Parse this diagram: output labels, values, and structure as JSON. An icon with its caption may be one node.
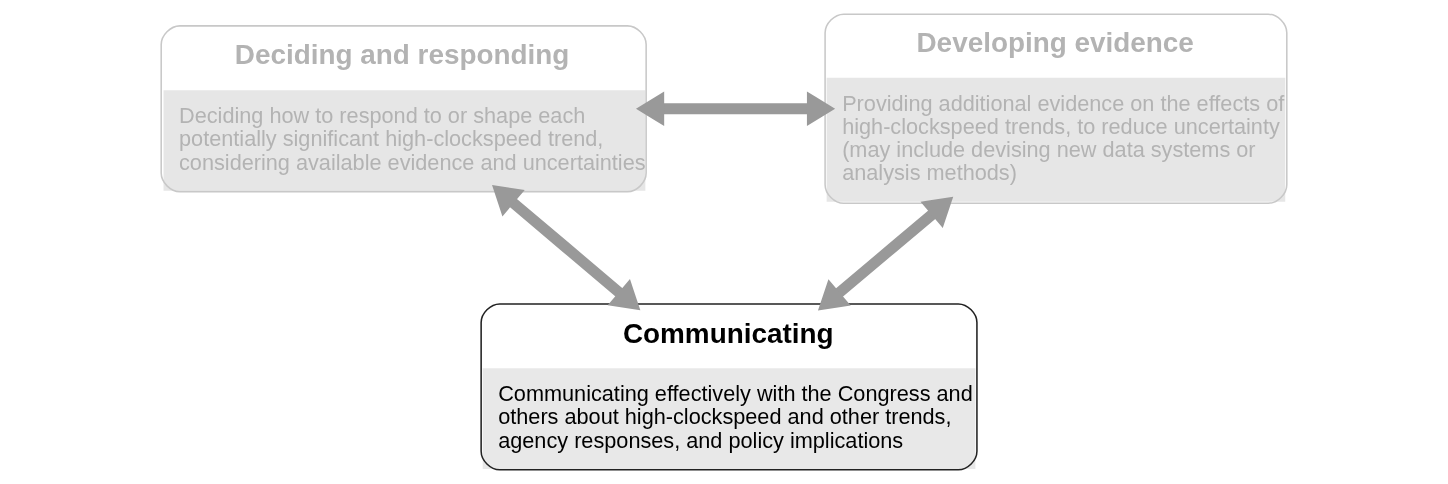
{
  "diagram": {
    "nodes": [
      {
        "text": [
          "Deciding and responding",
          "Deciding how to respond to or shape each potentially significant high-clockspeed trend, considering available evidence and uncertainties"
        ]
      },
      {
        "text": [
          "Developing evidence",
          "Providing additional evidence on the effects of high-clockspeed trends, to reduce uncertainty (may include devising new data systems or analysis methods)"
        ]
      },
      {
        "text": [
          "Communicating",
          "Communicating effectively with the Congress and others about high-clockspeed and other trends, agency responses, and policy implications"
        ]
      }
    ],
    "edges": [
      {
        "from": 0,
        "to": 1,
        "arrow": "both"
      },
      {
        "from": 0,
        "to": 2,
        "arrow": "both"
      },
      {
        "from": 1,
        "to": 2,
        "arrow": "both"
      }
    ]
  }
}
